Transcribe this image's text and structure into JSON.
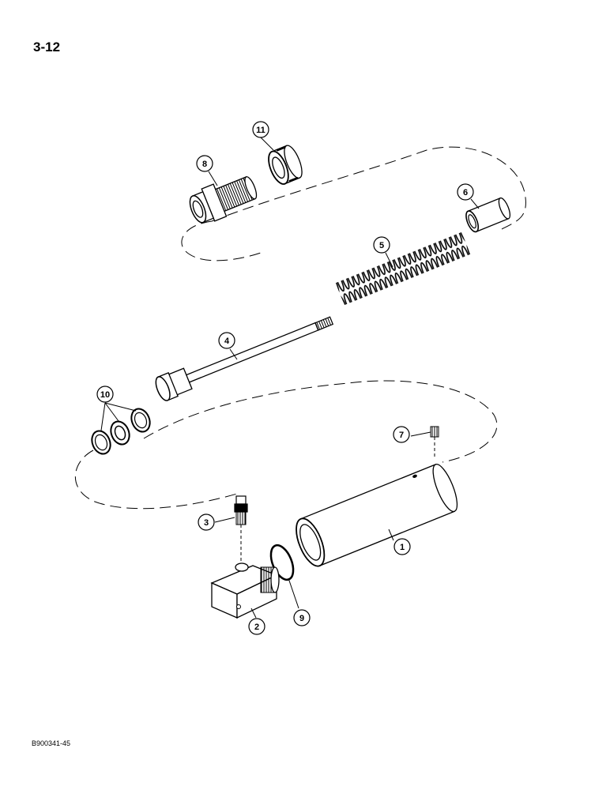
{
  "page": {
    "number": "3-12",
    "figure_code": "B900341-45"
  },
  "callouts": [
    {
      "id": "1",
      "part": "cylinder-barrel"
    },
    {
      "id": "2",
      "part": "end-fitting-block"
    },
    {
      "id": "3",
      "part": "grease-fitting"
    },
    {
      "id": "4",
      "part": "piston-rod"
    },
    {
      "id": "5",
      "part": "spring"
    },
    {
      "id": "6",
      "part": "spacer-sleeve"
    },
    {
      "id": "7",
      "part": "set-screw"
    },
    {
      "id": "8",
      "part": "gland-fitting"
    },
    {
      "id": "9",
      "part": "o-ring"
    },
    {
      "id": "10",
      "part": "seal-and-wiper-set"
    },
    {
      "id": "11",
      "part": "nut"
    }
  ]
}
